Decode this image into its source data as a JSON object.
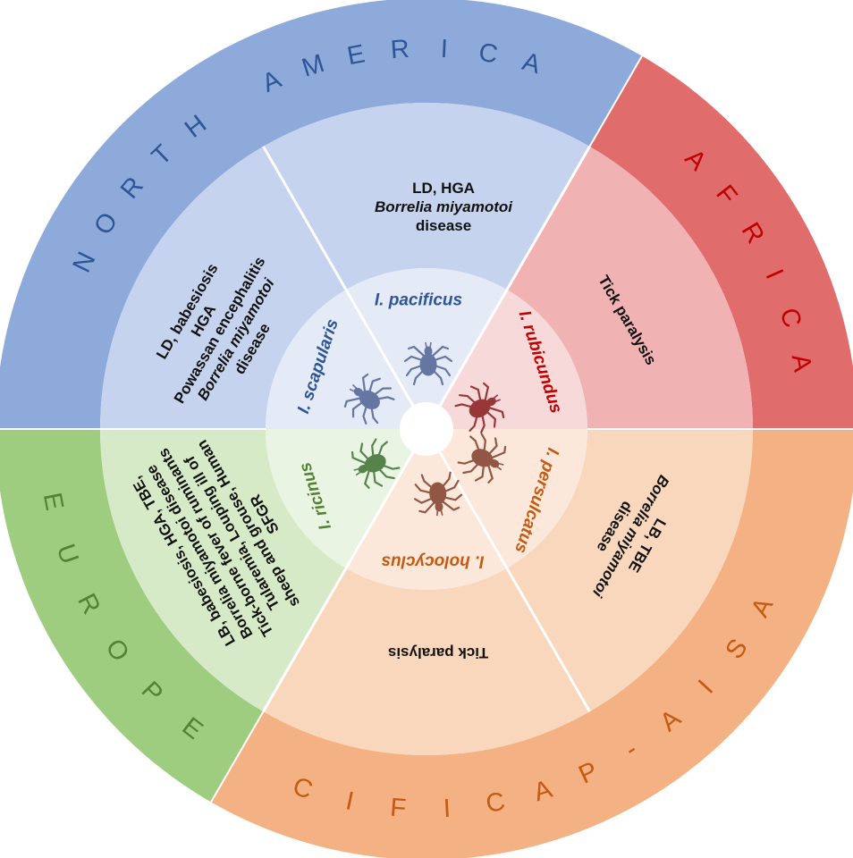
{
  "colors": {
    "north_america": "#8eaadb",
    "africa": "#e06c6c",
    "europe": "#9fcd7f",
    "asia_pacific": "#f4b183",
    "na_text": "#2f5597",
    "africa_text": "#c00000",
    "europe_text": "#548235",
    "asia_text": "#c55a11",
    "tick_na": "#5a6d9a",
    "tick_africa": "#8f2a2a",
    "tick_europe": "#4a7a40",
    "tick_asia": "#8a4a38"
  },
  "regions": [
    {
      "id": "north_america",
      "label": "NORTH AMERICA"
    },
    {
      "id": "africa",
      "label": "AFRICA"
    },
    {
      "id": "europe",
      "label": "EUROPE"
    },
    {
      "id": "asia_pacific",
      "label": "ASIA-PACIFIC"
    }
  ],
  "species": [
    {
      "id": "scapularis",
      "name": "I. scapularis",
      "region": "north_america",
      "tick_icon": "tick-icon"
    },
    {
      "id": "pacificus",
      "name": "I. pacificus",
      "region": "north_america",
      "tick_icon": "tick-icon"
    },
    {
      "id": "rubicundus",
      "name": "I. rubicundus",
      "region": "africa",
      "tick_icon": "tick-icon"
    },
    {
      "id": "persulcatus",
      "name": "I. persulcatus",
      "region": "asia_pacific",
      "tick_icon": "tick-icon"
    },
    {
      "id": "holocyclus",
      "name": "I. holocyclus",
      "region": "asia_pacific",
      "tick_icon": "tick-icon"
    },
    {
      "id": "ricinus",
      "name": "I. ricinus",
      "region": "europe",
      "tick_icon": "tick-icon"
    }
  ],
  "diseases": {
    "pacificus": {
      "l1": "LD, HGA",
      "l2": "Borrelia miyamotoi",
      "l3": "disease"
    },
    "rubicundus": {
      "l1": "Tick paralysis"
    },
    "persulcatus": {
      "l1": "LB, TBE",
      "l2": "Borrelia miyamotoi",
      "l3": "disease"
    },
    "holocyclus": {
      "l1": "Tick paralysis"
    },
    "scapularis": {
      "l1": "LD, babesiosis",
      "l2": "HGA",
      "l3": "Powassan encephalitis",
      "l4": "Borrelia miyamotoi",
      "l5": "disease"
    },
    "ricinus": {
      "l1": "LB, babesiosis, HGA, TBE,",
      "l2": "Borrelia miyamotoi disease",
      "l3": "Tick-borne fever of ruminants",
      "l4": "Tularemia, Louping ill of",
      "l5": "sheep and grouse, Human",
      "l6": "SFGR"
    }
  }
}
